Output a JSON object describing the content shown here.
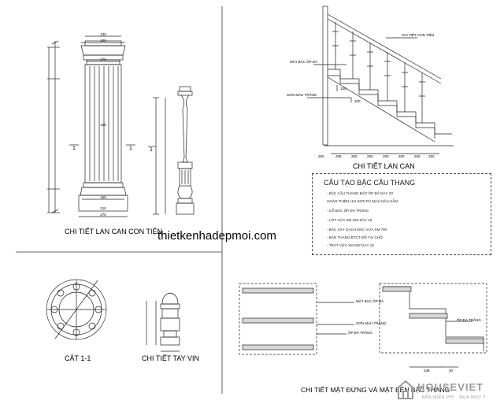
{
  "watermark": "thietkenhadepmoi.com",
  "titles": {
    "newel_post": "CHI TIẾT LAN CAN CON TIỆN",
    "baluster": "CHI TIẾT LAN CAN",
    "section": "CẮT 1-1",
    "handrail": "CHI TIẾT TAY VỊN",
    "elevation": "CHI TIẾT MẶT ĐỨNG VÀ MẶT BÊN BẬC THANG"
  },
  "stair_labels": {
    "handrail_detail": "CHI TIẾT CON TIỆN",
    "tread_stone": "MẶT BẬC ỐP ĐÁ",
    "paint": "SƠN MÀU TRẮNG",
    "dim_135": "135",
    "dim_100": "100",
    "dims": [
      "290",
      "250",
      "250",
      "250",
      "250",
      "250",
      "250",
      "250"
    ]
  },
  "section_labels": {
    "tread_stone": "MẶT BẬC ỐP ĐÁ",
    "paint": "SƠN MÀU TRẮNG",
    "stone_riser": "ỐP ĐÁ TRẮNG",
    "stone_side": "ỐP ĐÁ TRẮNG",
    "dim_a": "238",
    "dim_b": "30"
  },
  "post_dims": {
    "top": [
      "130",
      "200",
      "170"
    ],
    "mid": "150",
    "base": [
      "165",
      "210",
      "270"
    ],
    "section_mark": "1"
  },
  "notes": {
    "title": "CẤU TẠO BẬC CẦU THANG",
    "items": [
      "- BẬC CẦU THANG MẶT ỐP ĐÁ DÀY 20",
      "  HOÀN THIỆN HAI SƠN PU MÀU NÂU SẪM",
      "- CỔ BẬC ỐP ĐÁ TRẮNG",
      "- LỚT VỮA XM 25# DÀY 15",
      "- BẬC XÂY GẠCH ĐẶC VỮA XM 75#",
      "- BẢN THANG BTCT ĐỔ TẠI CHỖ",
      "- TRÁT VỮA XM 50# DÀY 10"
    ]
  },
  "logo": {
    "name": "HOUSEVIET",
    "tagline": "BẢN MIỄN PHÍ · MỤA NHỨ Ý"
  }
}
